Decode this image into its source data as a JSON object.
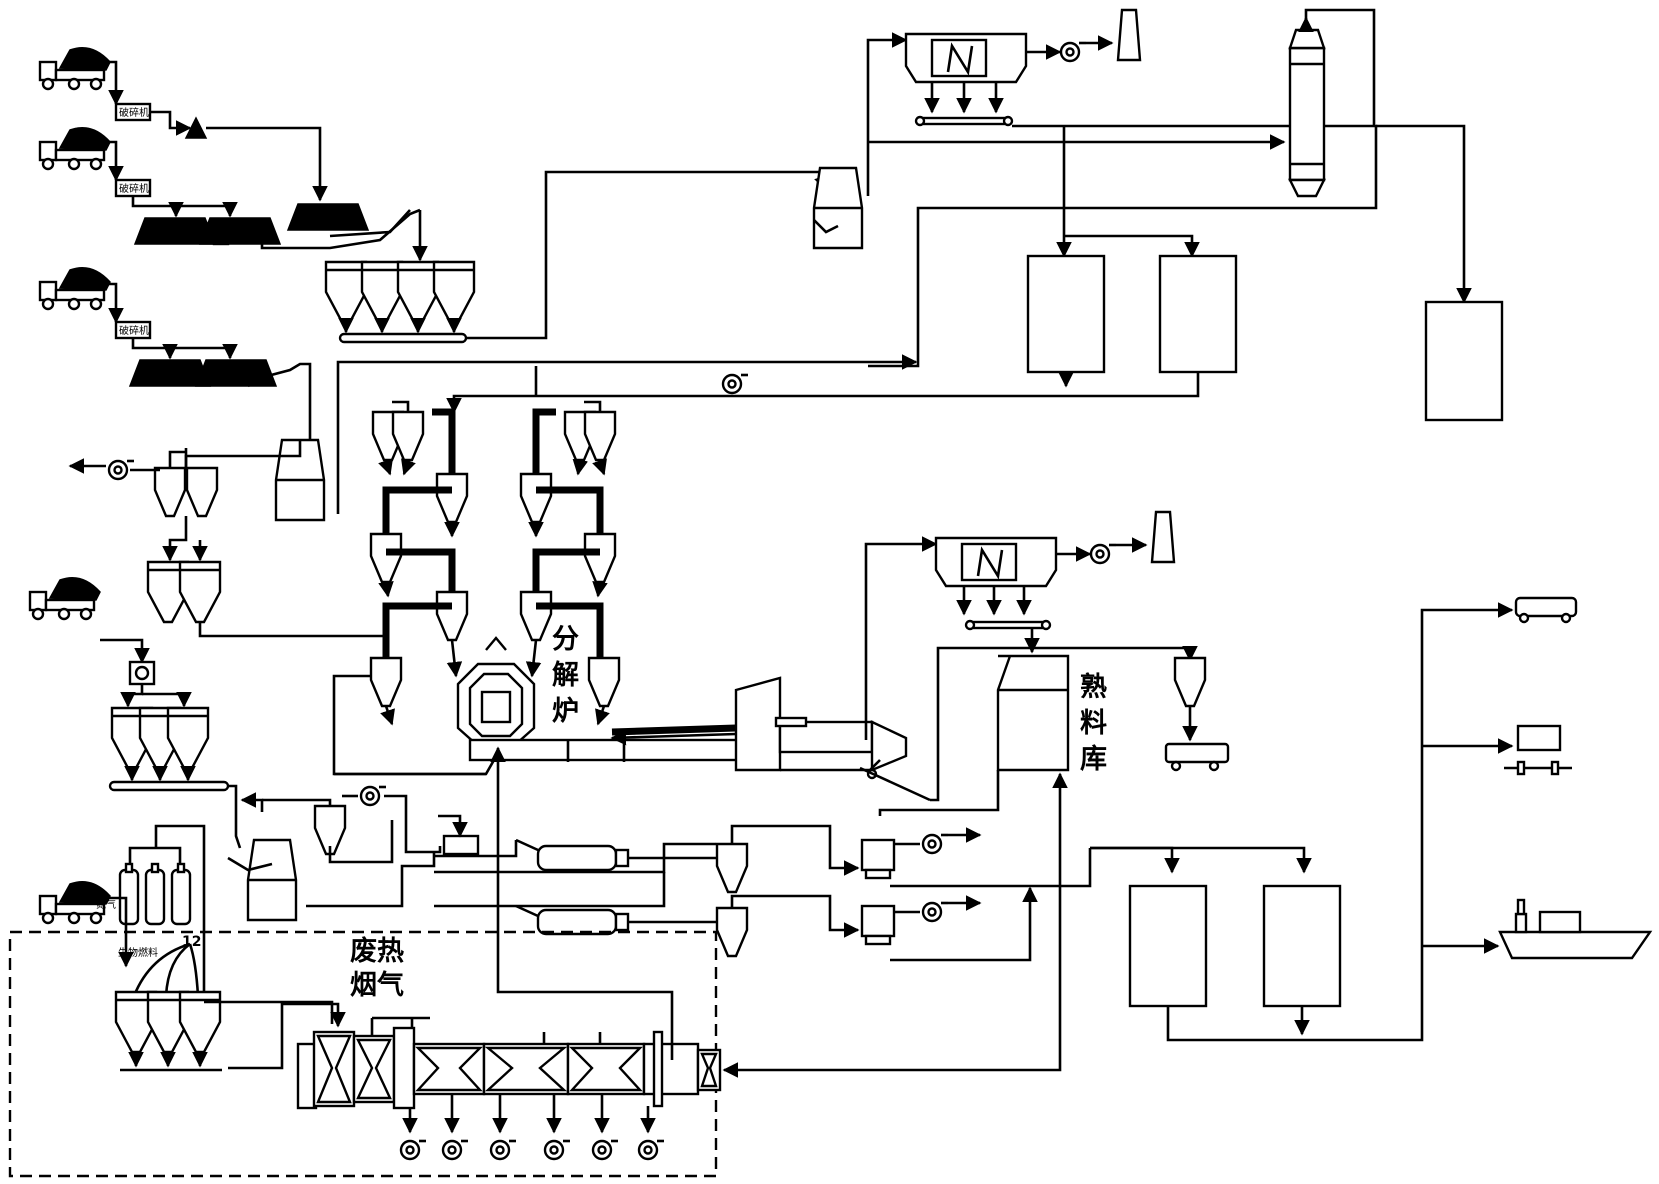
{
  "labels": {
    "calciner_l1": "分",
    "calciner_l2": "解",
    "calciner_l3": "炉",
    "store_l1": "熟",
    "store_l2": "料",
    "store_l3": "库",
    "wasteheat_l1": "废热",
    "wasteheat_l2": "烟气",
    "crusher1": "破碎机",
    "crusher2": "破碎机",
    "crusher3": "破碎机",
    "gas": "氮气",
    "dedicated": "生物燃料",
    "num": "12"
  }
}
